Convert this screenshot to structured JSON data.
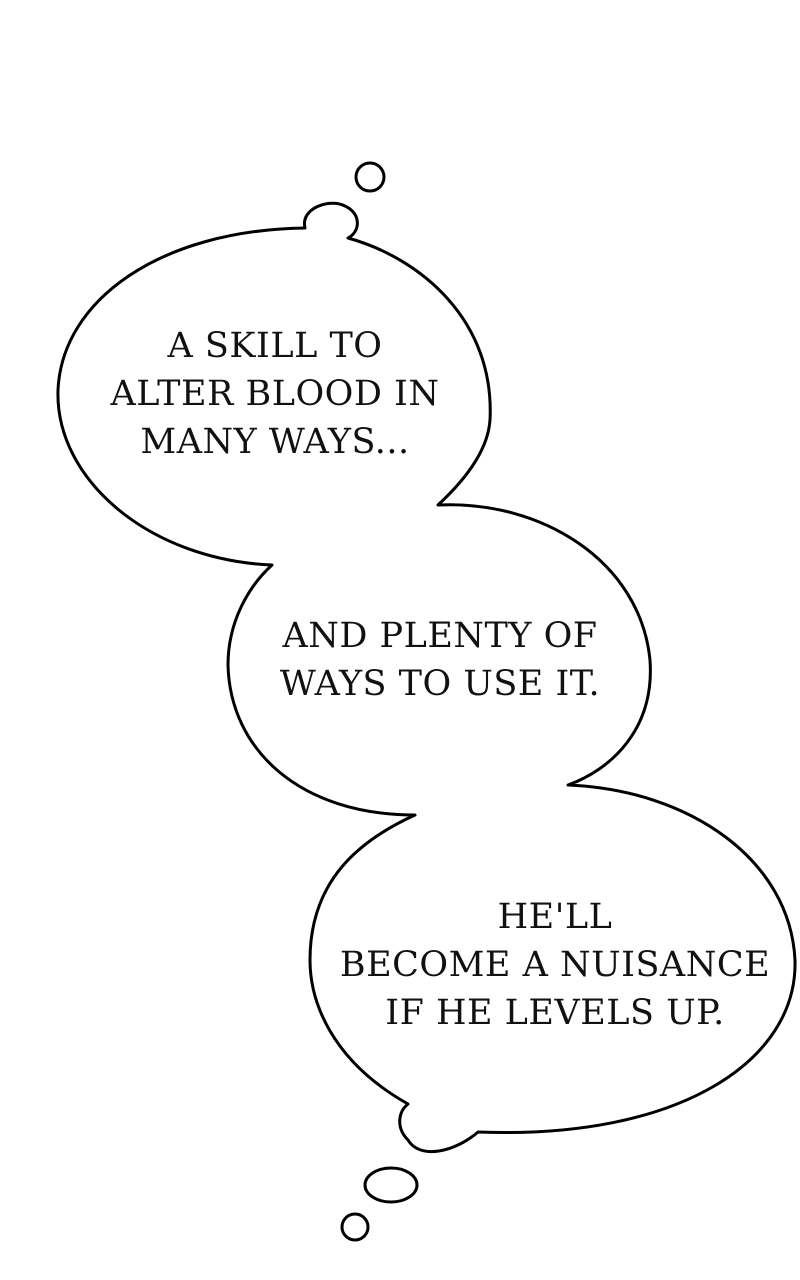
{
  "panel": {
    "background_color": "#ffffff",
    "outline_color": "#000000"
  },
  "bubbles": [
    {
      "lines": [
        "A SKILL TO",
        "ALTER BLOOD IN",
        "MANY WAYS..."
      ]
    },
    {
      "lines": [
        "AND PLENTY OF",
        "WAYS TO USE IT."
      ]
    },
    {
      "lines": [
        "HE'LL",
        "BECOME A NUISANCE",
        "IF HE LEVELS UP."
      ]
    }
  ]
}
